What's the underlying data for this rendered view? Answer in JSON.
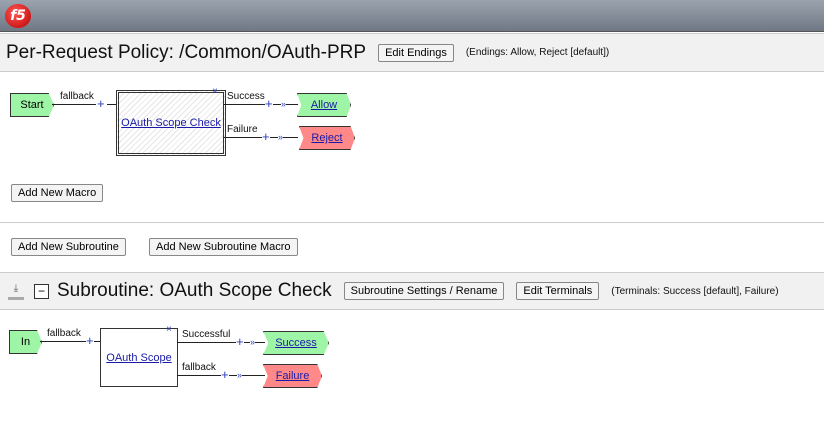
{
  "header": {
    "logo": "f5"
  },
  "policy": {
    "title": "Per-Request Policy: /Common/OAuth-PRP",
    "edit_endings": "Edit Endings",
    "endings_note": "(Endings: Allow, Reject [default])",
    "start": "Start",
    "fallback": "fallback",
    "macro": "OAuth Scope Check",
    "success": "Success",
    "failure": "Failure",
    "allow": "Allow",
    "reject": "Reject",
    "add_macro": "Add New Macro"
  },
  "subroutine_buttons": {
    "add_sub": "Add New Subroutine",
    "add_sub_macro": "Add New Subroutine Macro"
  },
  "subroutine": {
    "title": "Subroutine: OAuth Scope Check",
    "settings": "Subroutine Settings / Rename",
    "edit_terminals": "Edit Terminals",
    "terminals_note": "(Terminals: Success [default], Failure)",
    "in": "In",
    "fallback": "fallback",
    "item": "OAuth Scope",
    "successful": "Successful",
    "fallback2": "fallback",
    "success": "Success",
    "failure": "Failure"
  }
}
